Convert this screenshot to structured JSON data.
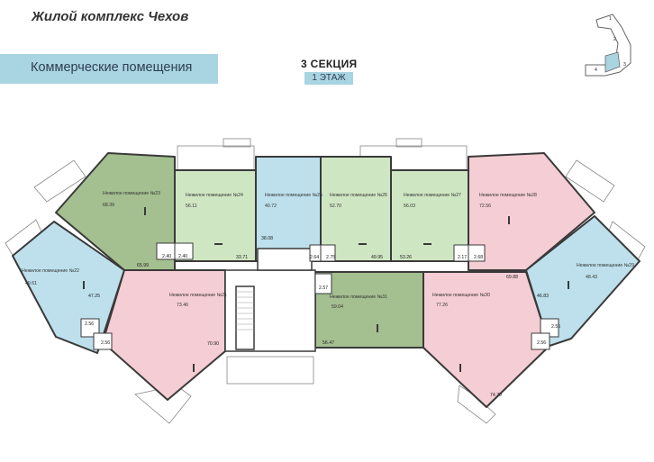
{
  "header": {
    "title": "Жилой комплекс Чехов",
    "banner": "Коммерческие помещения",
    "section": "3 СЕКЦИЯ",
    "floor": "1 ЭТАЖ"
  },
  "colors": {
    "green_dark": "#a4bf90",
    "green_light": "#cfe6c3",
    "blue": "#bde0ec",
    "pink": "#f5cdd4",
    "wall": "#3a3a3a",
    "banner": "#a9d4e2"
  },
  "keyplan": {
    "labels": [
      "1",
      "2",
      "3",
      "4"
    ],
    "highlighted": "3"
  },
  "units": [
    {
      "id": "u23",
      "name": "Нежилое помещение №23",
      "area": "68.39",
      "color": "green_dark",
      "sub": [
        "65.99"
      ]
    },
    {
      "id": "u24",
      "name": "Нежилое помещение №24",
      "area": "56.11",
      "color": "green_light",
      "sub": [
        "33.71"
      ]
    },
    {
      "id": "u25",
      "name": "Нежилое помещение №25",
      "area": "40.72",
      "color": "blue",
      "sub": [
        "38.08"
      ]
    },
    {
      "id": "u26",
      "name": "Нежилое помещение №26",
      "area": "52.70",
      "color": "green_light",
      "sub": [
        "49.95"
      ]
    },
    {
      "id": "u27",
      "name": "Нежилое помещение №27",
      "area": "56.03",
      "color": "green_light",
      "sub": [
        "53.26"
      ]
    },
    {
      "id": "u28",
      "name": "Нежилое помещение №28",
      "area": "72.56",
      "color": "pink",
      "sub": [
        "69.88"
      ]
    },
    {
      "id": "u22",
      "name": "Нежилое помещение №22",
      "area": "49.61",
      "color": "blue",
      "sub": [
        "47.25"
      ]
    },
    {
      "id": "u21",
      "name": "Нежилое помещение №21",
      "area": "73.46",
      "color": "pink",
      "sub": [
        "70.90"
      ]
    },
    {
      "id": "u31",
      "name": "Нежилое помещение №31",
      "area": "59.04",
      "color": "green_dark",
      "sub": [
        "56.47"
      ]
    },
    {
      "id": "u30",
      "name": "Нежилое помещение №30",
      "area": "77.26",
      "color": "pink",
      "sub": [
        "74.70"
      ]
    },
    {
      "id": "u29",
      "name": "Нежилое помещение №29",
      "area": "48.43",
      "color": "blue",
      "sub": [
        "46.83"
      ]
    }
  ],
  "small_areas": [
    "2.40",
    "2.40",
    "2.64",
    "2.75",
    "2.17",
    "2.68",
    "2.56",
    "2.56",
    "2.57",
    "2.56",
    "2.56"
  ]
}
